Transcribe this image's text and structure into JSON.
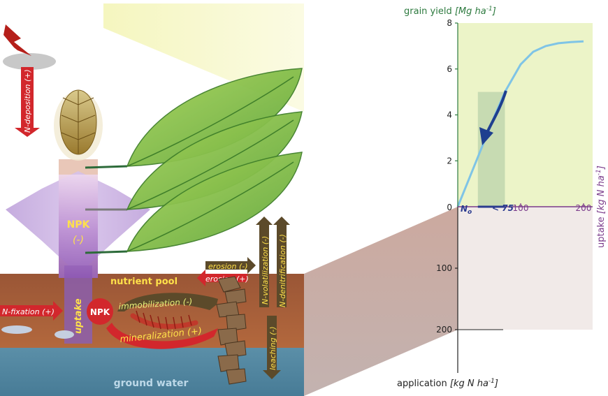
{
  "ecosystem": {
    "inputs": {
      "n_deposition": "N-deposition (+)",
      "n_fixation": "N-fixation (+)"
    },
    "plant": {
      "npk_label": "NPK",
      "npk_sign": "(-)",
      "uptake": "uptake"
    },
    "soil": {
      "nutrient_pool": "nutrient pool",
      "npk_circle": "NPK",
      "immobilization": "immobilization (-)",
      "mineralization": "mineralization (+)",
      "erosion_minus": "erosion (-)",
      "erosion_plus": "erosion (+)",
      "n_volatilization": "N-volatilization (-)",
      "n_denitrification": "N-denitrification (-)",
      "leaching": "leaching (-)"
    },
    "ground_water": "ground water"
  },
  "chart_data": {
    "type": "line",
    "axes": {
      "y_top_label": "grain yield",
      "y_top_unit": "[Mg ha",
      "y_top_unit_exp": "-1",
      "y_top_unit_close": "]",
      "y_top_ticks": [
        "8",
        "6",
        "4",
        "2"
      ],
      "y_top_ticks_values": [
        8,
        6,
        4,
        2
      ],
      "y_top_range": [
        0,
        8
      ],
      "x_top_ticks": [
        "100",
        "200"
      ],
      "x_top_ticks_values": [
        100,
        200
      ],
      "x_range": [
        0,
        200
      ],
      "origin_label": "0",
      "uptake_label": "uptake",
      "uptake_unit": "[kg N ha",
      "uptake_unit_exp": "-1",
      "uptake_unit_close": "]",
      "y_bottom_ticks": [
        "100",
        "200"
      ],
      "y_bottom_ticks_values": [
        100,
        200
      ],
      "y_bottom_range": [
        0,
        200
      ],
      "application_label": "application",
      "application_unit": "[kg N ha",
      "application_unit_exp": "-1",
      "application_unit_close": "]"
    },
    "markers": {
      "n0": "N",
      "n0_sub": "o",
      "lt75": "< 75",
      "shaded_x": [
        32,
        75
      ]
    },
    "series": [
      {
        "x": [
          0,
          20,
          40,
          60,
          75,
          100,
          120,
          140,
          160,
          180,
          200
        ],
        "y": [
          0,
          1.35,
          2.7,
          4.05,
          5.0,
          6.2,
          6.75,
          7.0,
          7.12,
          7.17,
          7.2
        ]
      }
    ],
    "colors": {
      "curve": "#7fc4e6",
      "arrow": "#1e3f8f",
      "axis_top": "#2d7a3f",
      "axis_right": "#7a3a8a",
      "plot_bg": "#ecf4c8"
    }
  }
}
